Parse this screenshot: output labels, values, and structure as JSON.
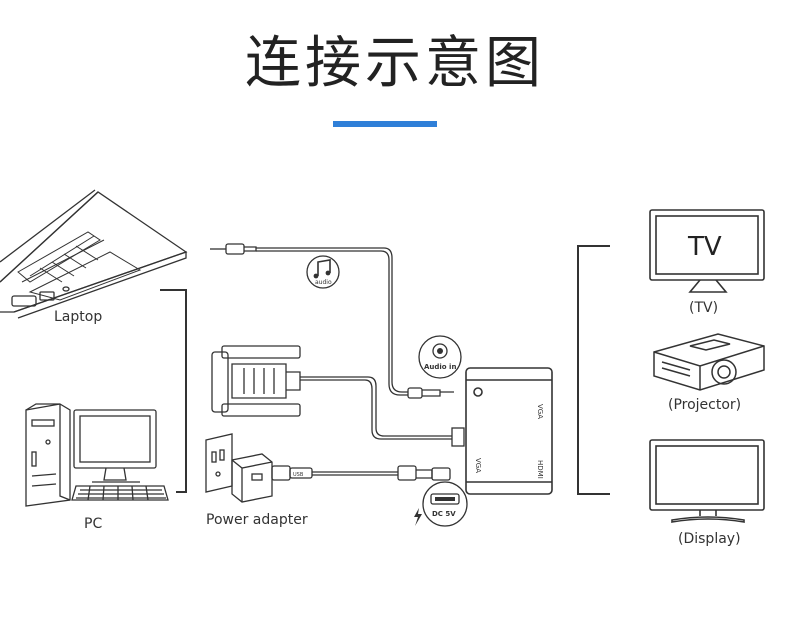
{
  "title": "连接示意图",
  "accent_color": "#2f7fd8",
  "line_color": "#333333",
  "sources": {
    "laptop": "Laptop",
    "pc": "PC",
    "power_adapter": "Power adapter"
  },
  "adapter": {
    "ports": {
      "vga": "VGA",
      "hdmi": "HDMI",
      "vga_in": "VGA"
    },
    "audio_in": "Audio in",
    "dc_label": "DC 5V",
    "usb_label": "USB",
    "audio_badge": "audio"
  },
  "displays": {
    "tv_screen": "TV",
    "tv": "(TV)",
    "projector": "(Projector)",
    "display": "(Display)"
  },
  "icons": [
    "music-note-icon",
    "lightning-icon",
    "power-plug-icon"
  ]
}
